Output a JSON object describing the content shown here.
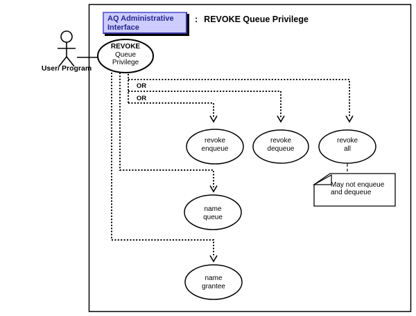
{
  "diagram": {
    "kind": "uml-use-case-diagram",
    "header": {
      "interface_label_line1": "AQ Administrative",
      "interface_label_line2": "Interface",
      "separator": ":",
      "title": "REVOKE Queue Privilege"
    },
    "actor": {
      "label_line1": "User/",
      "label_line2": "Program"
    },
    "main_use_case": {
      "line1": "REVOKE",
      "line2": "Queue",
      "line3": "Privilege"
    },
    "or_label_1": "OR",
    "or_label_2": "OR",
    "use_cases": {
      "revoke_enqueue": {
        "line1": "revoke",
        "line2": "enqueue"
      },
      "revoke_dequeue": {
        "line1": "revoke",
        "line2": "dequeue"
      },
      "revoke_all": {
        "line1": "revoke",
        "line2": "all"
      },
      "name_queue": {
        "line1": "name",
        "line2": "queue"
      },
      "name_grantee": {
        "line1": "name",
        "line2": "grantee"
      }
    },
    "note": {
      "line1": "May not enqueue",
      "line2": "and dequeue"
    },
    "colors": {
      "interface_box_fill": "#ccccff",
      "interface_box_border": "#6d6dd6",
      "interface_box_text": "#26268f",
      "interface_box_shadow": "#000000",
      "line_color": "#000000",
      "background": "#ffffff"
    }
  }
}
